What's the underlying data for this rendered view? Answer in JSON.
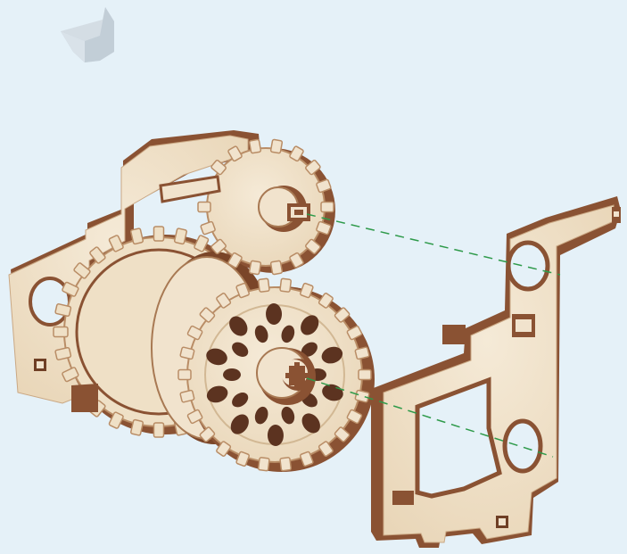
{
  "diagram": {
    "kind": "exploded assembly illustration",
    "step_icon": "folded-corner-icon",
    "parts": [
      "assembled-gear-block",
      "side-plate-panel"
    ],
    "guides": [
      "guide-line-upper-shaft",
      "guide-line-lower-shaft"
    ],
    "colors": {
      "background": "#e5f1f8",
      "plywood_face": "#f1e3cd",
      "plywood_face_shade": "#e7d3b5",
      "plywood_edge": "#8a5233",
      "plywood_edge_dark": "#6f3f25",
      "guide_line": "#2e9a4a",
      "step_icon": "#c9d4dc"
    }
  }
}
